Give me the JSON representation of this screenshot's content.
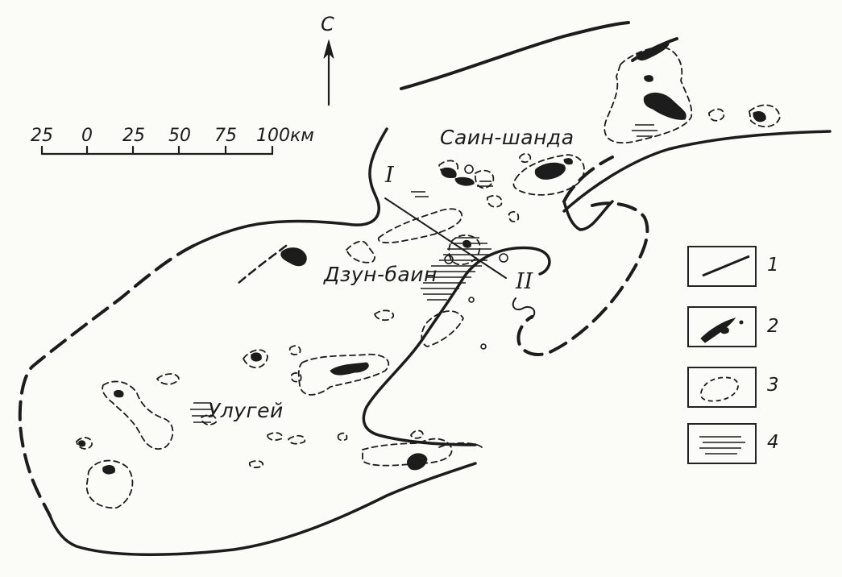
{
  "north": {
    "label": "С"
  },
  "scale": {
    "ticks": [
      "25",
      "0",
      "25",
      "50",
      "75",
      "100"
    ],
    "unit": "км"
  },
  "places": {
    "sain_shanda": "Саин-шанда",
    "dzun_bain": "Дзун-баин",
    "ulugei": "Улугей"
  },
  "section": {
    "start": "I",
    "end": "II"
  },
  "legend": {
    "items": [
      {
        "number": "1",
        "icon": "solid-line-icon"
      },
      {
        "number": "2",
        "icon": "dark-fill-icon"
      },
      {
        "number": "3",
        "icon": "dashed-outline-icon"
      },
      {
        "number": "4",
        "icon": "hatch-lines-icon"
      }
    ]
  },
  "colors": {
    "ink": "#1c1c1c",
    "paper": "#fbfbf8"
  }
}
